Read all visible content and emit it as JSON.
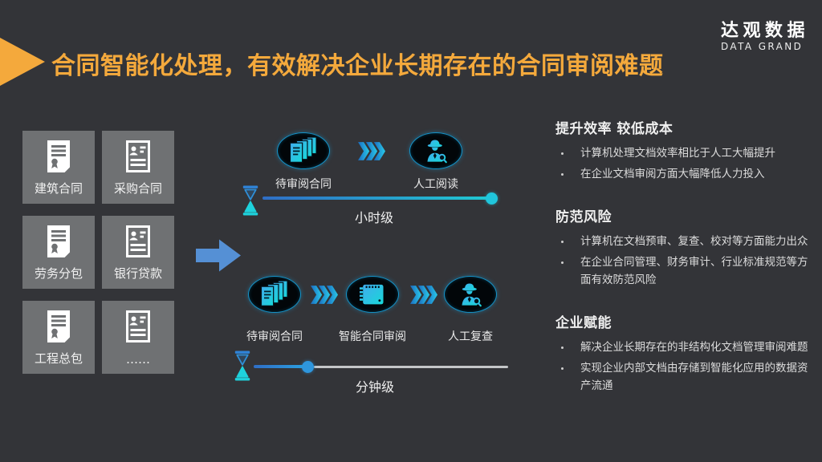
{
  "slide": {
    "title": "合同智能化处理，有效解决企业长期存在的合同审阅难题",
    "logo_cn": "达观数据",
    "logo_en": "DATA GRAND"
  },
  "contract_types": [
    {
      "label": "建筑合同",
      "icon": "contract-doc-icon"
    },
    {
      "label": "采购合同",
      "icon": "person-card-icon"
    },
    {
      "label": "劳务分包",
      "icon": "contract-doc-icon"
    },
    {
      "label": "银行贷款",
      "icon": "person-card-icon"
    },
    {
      "label": "工程总包",
      "icon": "contract-doc-icon"
    },
    {
      "label": "……",
      "icon": "person-card-icon"
    }
  ],
  "manual_flow": {
    "steps": [
      {
        "label": "待审阅合同",
        "icon": "documents-stack-icon"
      },
      {
        "label": "人工阅读",
        "icon": "human-reviewer-icon"
      }
    ],
    "time_scale": "小时级",
    "progress_percent": 100
  },
  "smart_flow": {
    "steps": [
      {
        "label": "待审阅合同",
        "icon": "documents-stack-icon"
      },
      {
        "label": "智能合同审阅",
        "icon": "smart-review-machine-icon"
      },
      {
        "label": "人工复查",
        "icon": "human-reviewer-icon"
      }
    ],
    "time_scale": "分钟级",
    "progress_percent": 22
  },
  "benefits": [
    {
      "title": "提升效率 较低成本",
      "bullets": [
        "计算机处理文档效率相比于人工大幅提升",
        "在企业文档审阅方面大幅降低人力投入"
      ]
    },
    {
      "title": "防范风险",
      "bullets": [
        "计算机在文档预审、复查、校对等方面能力出众",
        "在企业合同管理、财务审计、行业标准规范等方面有效防范风险"
      ]
    },
    {
      "title": "企业赋能",
      "bullets": [
        "解决企业长期存在的非结构化文档管理审阅难题",
        "实现企业内部文档由存储到智能化应用的数据资产流通"
      ]
    }
  ],
  "colors": {
    "background": "#333438",
    "title_orange": "#F4A93C",
    "tile_gray": "#6F7173",
    "flow_blue": "#2F6EC6",
    "flow_cyan": "#20CAD2",
    "arrow_blue": "#5590D5"
  }
}
